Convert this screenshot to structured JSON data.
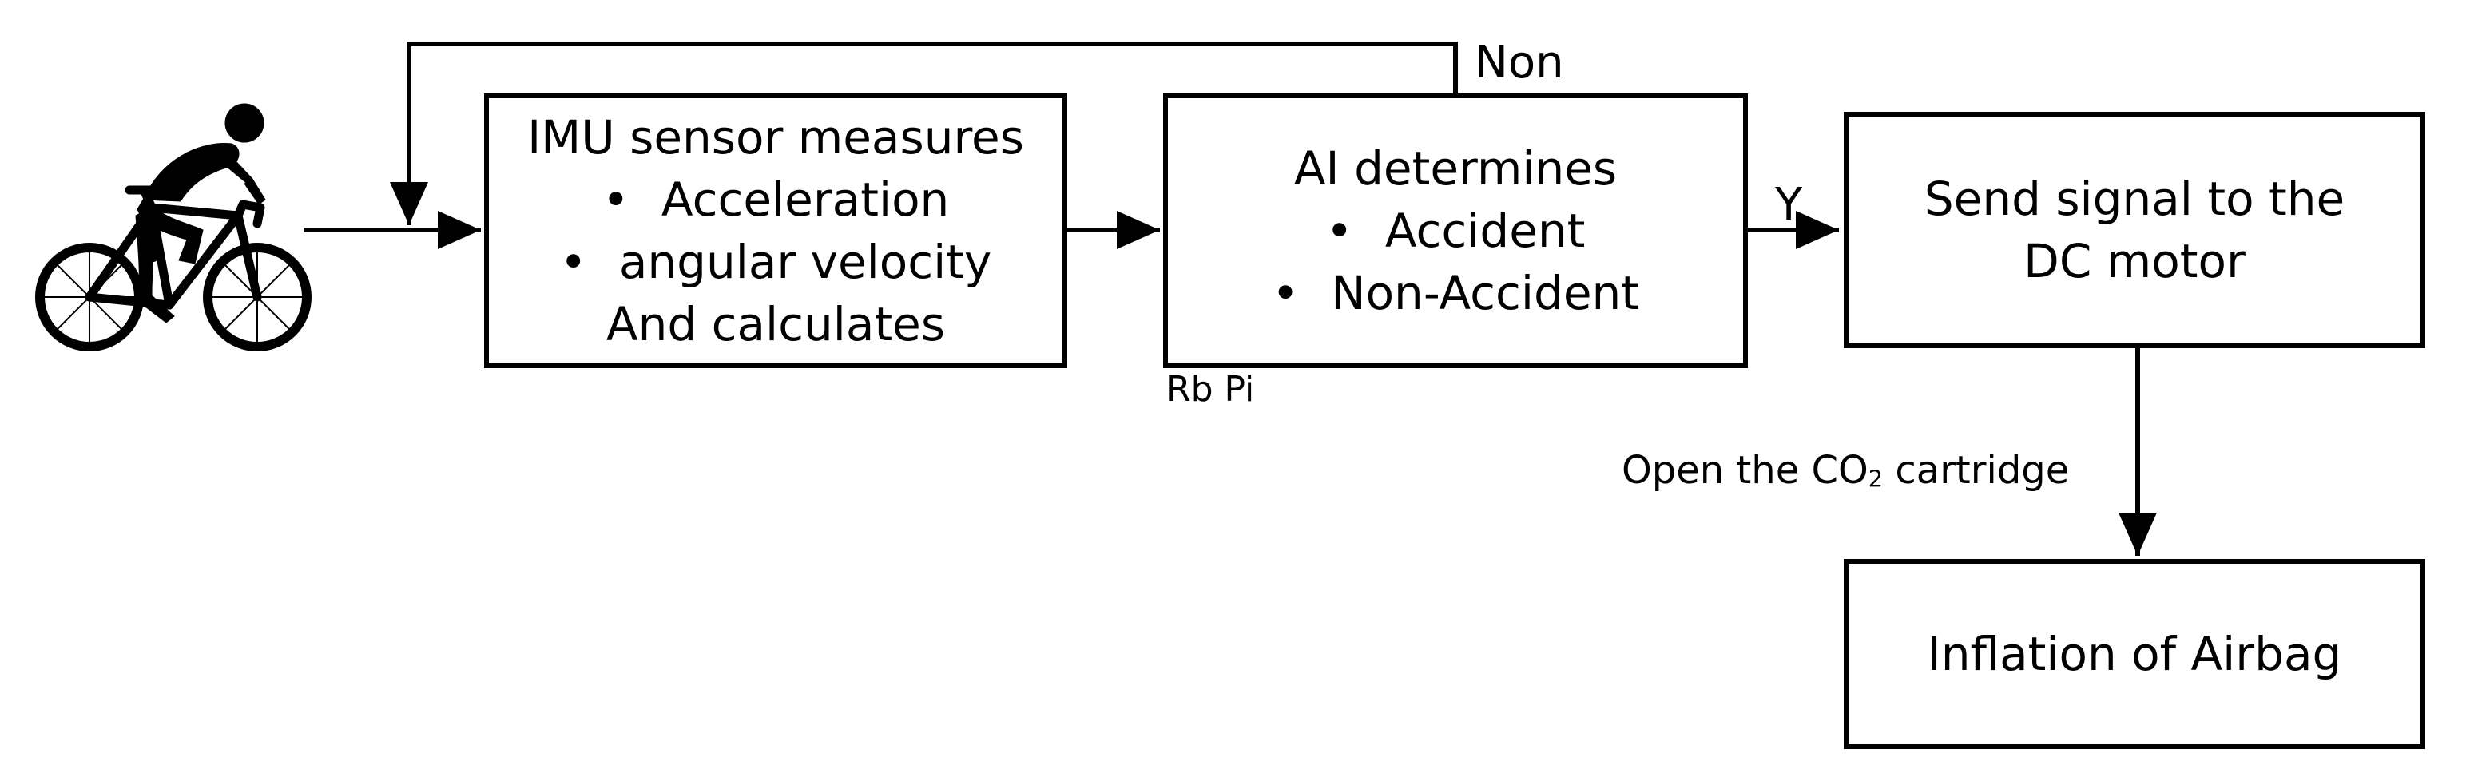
{
  "boxes": {
    "imu": {
      "title": "IMU sensor measures",
      "item1": "Acceleration",
      "item2": "angular velocity",
      "footer": "And calculates"
    },
    "ai": {
      "title": "AI determines",
      "item1": "Accident",
      "item2": "Non-Accident",
      "caption": "Rb Pi"
    },
    "motor": {
      "line1": "Send signal to the",
      "line2": "DC motor"
    },
    "airbag": {
      "line1": "Inflation of Airbag"
    }
  },
  "edges": {
    "loop_label": "Non",
    "yes_label": "Y",
    "cartridge_label_pre": "Open the CO",
    "cartridge_label_sub": "2",
    "cartridge_label_post": " cartridge"
  },
  "icons": {
    "cyclist": "cyclist-icon"
  },
  "colors": {
    "stroke": "#000000",
    "background": "#ffffff"
  }
}
